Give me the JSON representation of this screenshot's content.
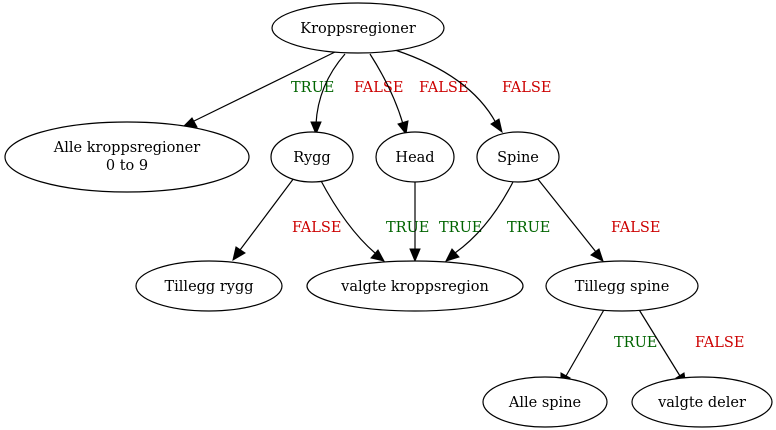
{
  "colors": {
    "true_label": "#006400",
    "false_label": "#cc0000",
    "stroke": "#000000"
  },
  "nodes": {
    "root": "Kroppsregioner",
    "alle": {
      "line1": "Alle kroppsregioner",
      "line2": "0 to 9"
    },
    "rygg": "Rygg",
    "head": "Head",
    "spine": "Spine",
    "tillegg_rygg": "Tillegg rygg",
    "valgte_kroppsregion": "valgte kroppsregion",
    "tillegg_spine": "Tillegg spine",
    "alle_spine": "Alle spine",
    "valgte_deler": "valgte deler"
  },
  "edges": {
    "root_alle": "TRUE",
    "root_rygg": "FALSE",
    "root_head": "FALSE",
    "root_spine": "FALSE",
    "rygg_tillegg": "FALSE",
    "rygg_valgte": "TRUE",
    "head_valgte": "TRUE",
    "spine_valgte": "TRUE",
    "spine_tillegg": "FALSE",
    "tillegg_alle_spine": "TRUE",
    "tillegg_valgte_deler": "FALSE"
  }
}
